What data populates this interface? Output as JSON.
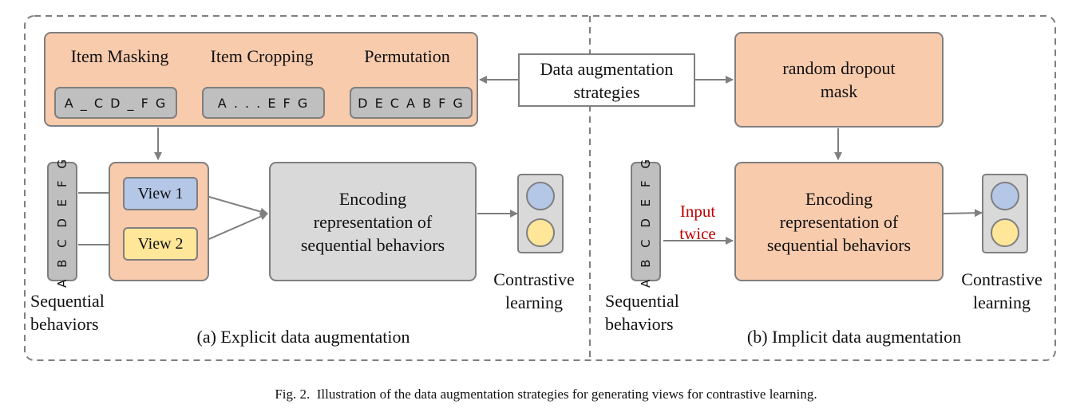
{
  "explicit": {
    "strategies": [
      {
        "name": "Item Masking",
        "example": "A _ C D _ F G"
      },
      {
        "name": "Item Cropping",
        "example": "A . . . E F G"
      },
      {
        "name": "Permutation",
        "example": "D E C A B F G"
      }
    ],
    "sequence": "A B C D E F G",
    "views": [
      "View 1",
      "View 2"
    ],
    "encoder": "Encoding representation of sequential behaviors",
    "input_label": "Sequential behaviors",
    "output_label": "Contrastive learning",
    "caption": "(a) Explicit data augmentation"
  },
  "center_box": "Data augmentation strategies",
  "implicit": {
    "dropout": "random dropout mask",
    "sequence": "A B C D E F G",
    "input_twice": "Input twice",
    "encoder": "Encoding representation of sequential behaviors",
    "input_label": "Sequential behaviors",
    "output_label": "Contrastive learning",
    "caption": "(b) Implicit data augmentation"
  },
  "figure_caption": "Fig. 2.  Illustration of the data augmentation strategies for generating views for contrastive learning.",
  "colors": {
    "peach": "#f8cbad",
    "blue_view": "#b4c7e7",
    "yellow_view": "#ffe699",
    "input_twice_red": "#c00000"
  }
}
